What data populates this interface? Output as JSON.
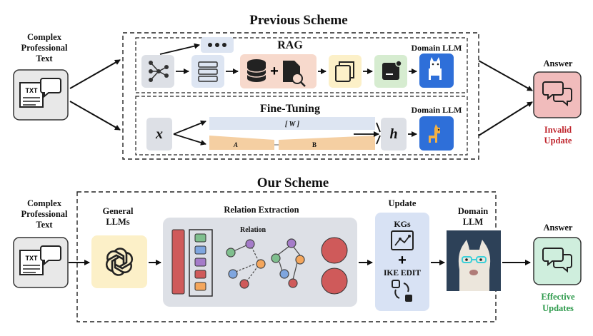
{
  "previous": {
    "title": "Previous Scheme",
    "input": [
      "Complex",
      "Professional",
      "Text"
    ],
    "rag": {
      "label": "RAG",
      "domain_llm": "Domain LLM"
    },
    "finetune": {
      "label": "Fine-Tuning",
      "domain_llm": "Domain LLM",
      "x": "x",
      "h": "h",
      "w": "[    W    ]",
      "a": "A",
      "b": "B"
    },
    "answer": "Answer",
    "status": [
      "Invalid",
      "Update"
    ],
    "status_color": "#c0262e"
  },
  "ours": {
    "title": "Our Scheme",
    "input": [
      "Complex",
      "Professional",
      "Text"
    ],
    "general": [
      "General",
      "LLMs"
    ],
    "relation_extraction": "Relation Extraction",
    "relation": "Relation",
    "update": "Update",
    "kgs": "KGs",
    "plus": "+",
    "ike": "IKE EDIT",
    "domain": [
      "Domain",
      "LLM"
    ],
    "answer": "Answer",
    "status": [
      "Effective",
      "Updates"
    ],
    "status_color": "#2e9a4c"
  },
  "icons": {
    "text_doc": "text-document-icon",
    "chat": "chat-bubbles-icon",
    "network": "network-icon",
    "server": "server-icon",
    "database": "database-icon",
    "doc_search": "document-search-icon",
    "copy": "copy-icon",
    "message": "message-icon",
    "llama": "llama-icon",
    "openai": "openai-logo-icon",
    "map": "map-icon",
    "edit": "edit-flow-icon"
  }
}
